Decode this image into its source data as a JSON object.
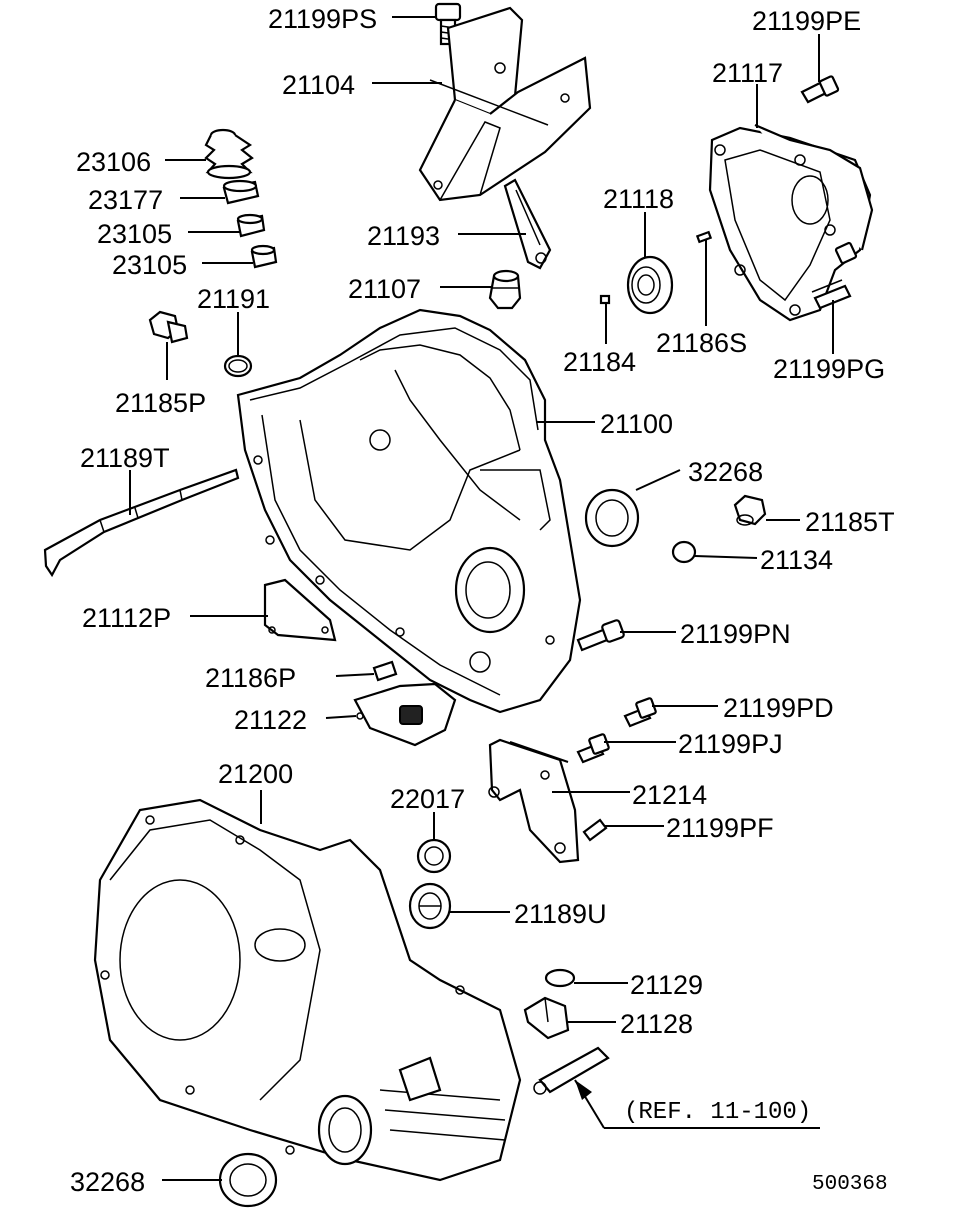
{
  "parts": [
    {
      "id": "p21199PS",
      "label": "21199PS"
    },
    {
      "id": "p21104",
      "label": "21104"
    },
    {
      "id": "p23106",
      "label": "23106"
    },
    {
      "id": "p23177",
      "label": "23177"
    },
    {
      "id": "p23105a",
      "label": "23105"
    },
    {
      "id": "p23105b",
      "label": "23105"
    },
    {
      "id": "p21193",
      "label": "21193"
    },
    {
      "id": "p21107",
      "label": "21107"
    },
    {
      "id": "p21191",
      "label": "21191"
    },
    {
      "id": "p21185P",
      "label": "21185P"
    },
    {
      "id": "p21199PE",
      "label": "21199PE"
    },
    {
      "id": "p21117",
      "label": "21117"
    },
    {
      "id": "p21118",
      "label": "21118"
    },
    {
      "id": "p21184",
      "label": "21184"
    },
    {
      "id": "p21186S",
      "label": "21186S"
    },
    {
      "id": "p21199PG",
      "label": "21199PG"
    },
    {
      "id": "p21100",
      "label": "21100"
    },
    {
      "id": "p21189T",
      "label": "21189T"
    },
    {
      "id": "p32268a",
      "label": "32268"
    },
    {
      "id": "p21185T",
      "label": "21185T"
    },
    {
      "id": "p21134",
      "label": "21134"
    },
    {
      "id": "p21112P",
      "label": "21112P"
    },
    {
      "id": "p21199PN",
      "label": "21199PN"
    },
    {
      "id": "p21186P",
      "label": "21186P"
    },
    {
      "id": "p21199PD",
      "label": "21199PD"
    },
    {
      "id": "p21122",
      "label": "21122"
    },
    {
      "id": "p21199PJ",
      "label": "21199PJ"
    },
    {
      "id": "p21200",
      "label": "21200"
    },
    {
      "id": "p22017",
      "label": "22017"
    },
    {
      "id": "p21214",
      "label": "21214"
    },
    {
      "id": "p21199PF",
      "label": "21199PF"
    },
    {
      "id": "p21189U",
      "label": "21189U"
    },
    {
      "id": "p21129",
      "label": "21129"
    },
    {
      "id": "p21128",
      "label": "21128"
    },
    {
      "id": "p32268b",
      "label": "32268"
    }
  ],
  "reference": "(REF. 11-100)",
  "diagram_code": "500368"
}
